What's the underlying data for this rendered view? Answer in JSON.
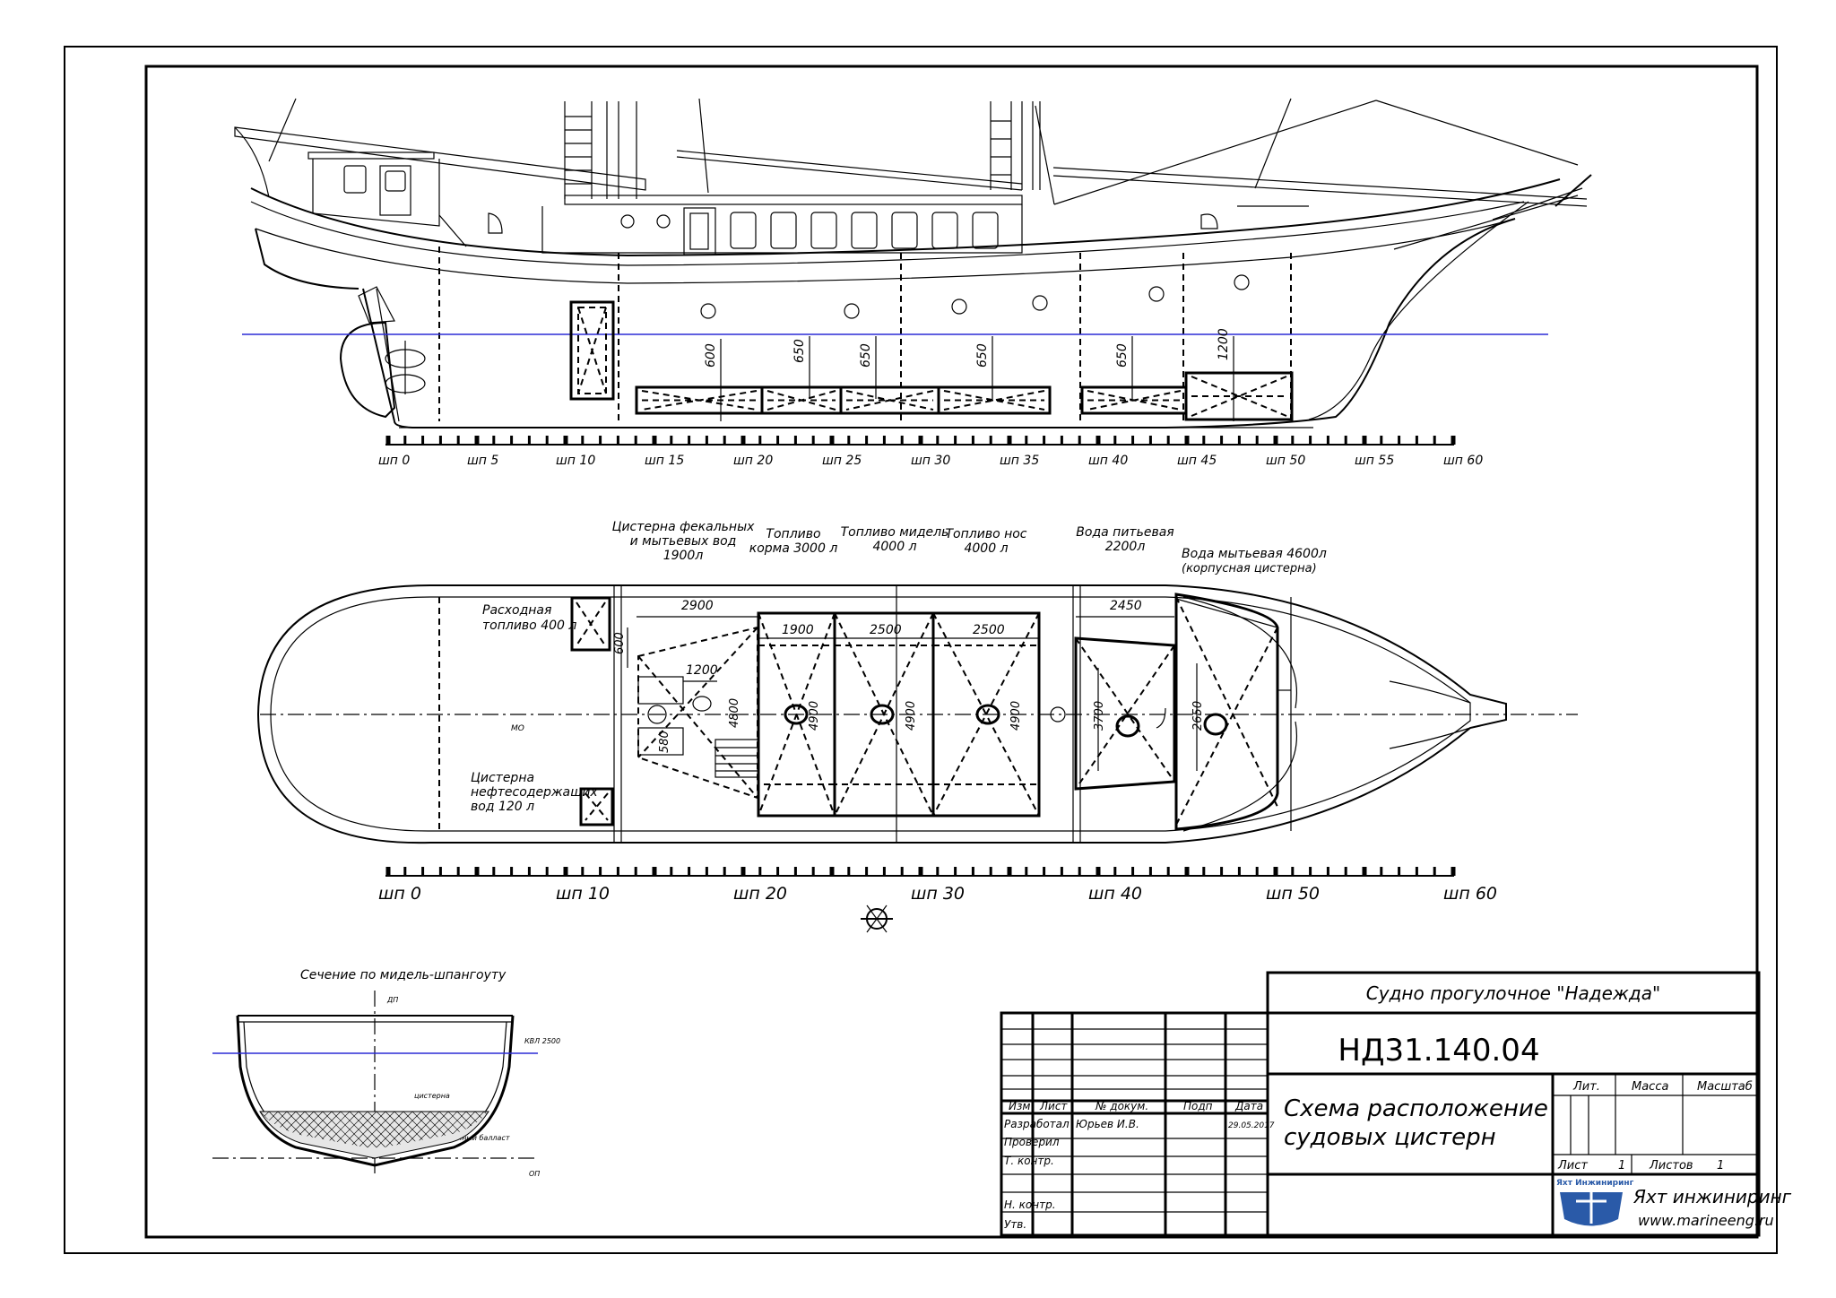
{
  "frame_labels": {
    "frames_top": [
      "шп 0",
      "шп 5",
      "шп 10",
      "шп 15",
      "шп 20",
      "шп 25",
      "шп 30",
      "шп 35",
      "шп 40",
      "шп 45",
      "шп 50",
      "шп 55",
      "шп 60"
    ],
    "frames_bottom": [
      "шп 0",
      "шп 10",
      "шп 20",
      "шп 30",
      "шп 40",
      "шп 50",
      "шп 60"
    ]
  },
  "profile_dims": [
    "600",
    "650",
    "650",
    "650",
    "650",
    "1200"
  ],
  "tank_labels": {
    "fecal": [
      "Цистерна фекальных",
      "и мытьевых вод",
      "1900л"
    ],
    "fuel_aft": [
      "Топливо",
      "корма 3000 л"
    ],
    "fuel_mid": [
      "Топливо мидель",
      "4000 л"
    ],
    "fuel_bow": [
      "Топливо нос",
      "4000 л"
    ],
    "drink_water": [
      "Вода питьевая",
      "2200л"
    ],
    "wash_water": [
      "Вода мытьевая 4600л",
      "(корпусная цистерна)"
    ],
    "service_fuel": [
      "Расходная",
      "топливо 400 л"
    ],
    "oily_water": [
      "Цистерна",
      "нефтесодержащих",
      "вод 120 л"
    ],
    "mo": "МО"
  },
  "plan_dims": {
    "d2900": "2900",
    "d1900": "1900",
    "d2500a": "2500",
    "d2500b": "2500",
    "d2450": "2450",
    "d600": "600",
    "d1200": "1200",
    "d4800": "4800",
    "d580": "580",
    "d4900a": "4900",
    "d4900b": "4900",
    "d4900c": "4900",
    "d3700": "3700",
    "d2650": "2650"
  },
  "section": {
    "title": "Сечение по мидель-шпангоуту",
    "dp_top": "ДП",
    "kvl": "КВЛ 2500",
    "tank": "цистерна",
    "ballast": "Бетонный балласт",
    "op": "ОП"
  },
  "title_block": {
    "vessel": "Судно прогулочное \"Надежда\"",
    "doc_number": "НД31.140.04",
    "drawing_title": [
      "Схема расположение",
      "судовых цистерн"
    ],
    "col_izm": "Изм",
    "col_list": "Лист",
    "col_doc": "№ докум.",
    "col_podp": "Подп",
    "col_date": "Дата",
    "row_razrab": "Разработал",
    "row_prov": "Проверил",
    "row_tkontr": "Т. контр.",
    "row_nkontr": "Н. контр.",
    "row_utv": "Утв.",
    "developer": "Юрьев И.В.",
    "date": "29.05.2017",
    "lit": "Лит.",
    "mass": "Масса",
    "scale": "Масштаб",
    "sheet_label": "Лист",
    "sheet_num": "1",
    "sheets_label": "Листов",
    "sheets_num": "1",
    "company_logo_text": "Яхт Инжиниринг",
    "company_name": "Яхт инжиниринг",
    "company_site": "www.marineeng.ru"
  },
  "colors": {
    "waterline": "#2b2bd6",
    "ink": "#000000",
    "logo": "#2a5aa8"
  }
}
